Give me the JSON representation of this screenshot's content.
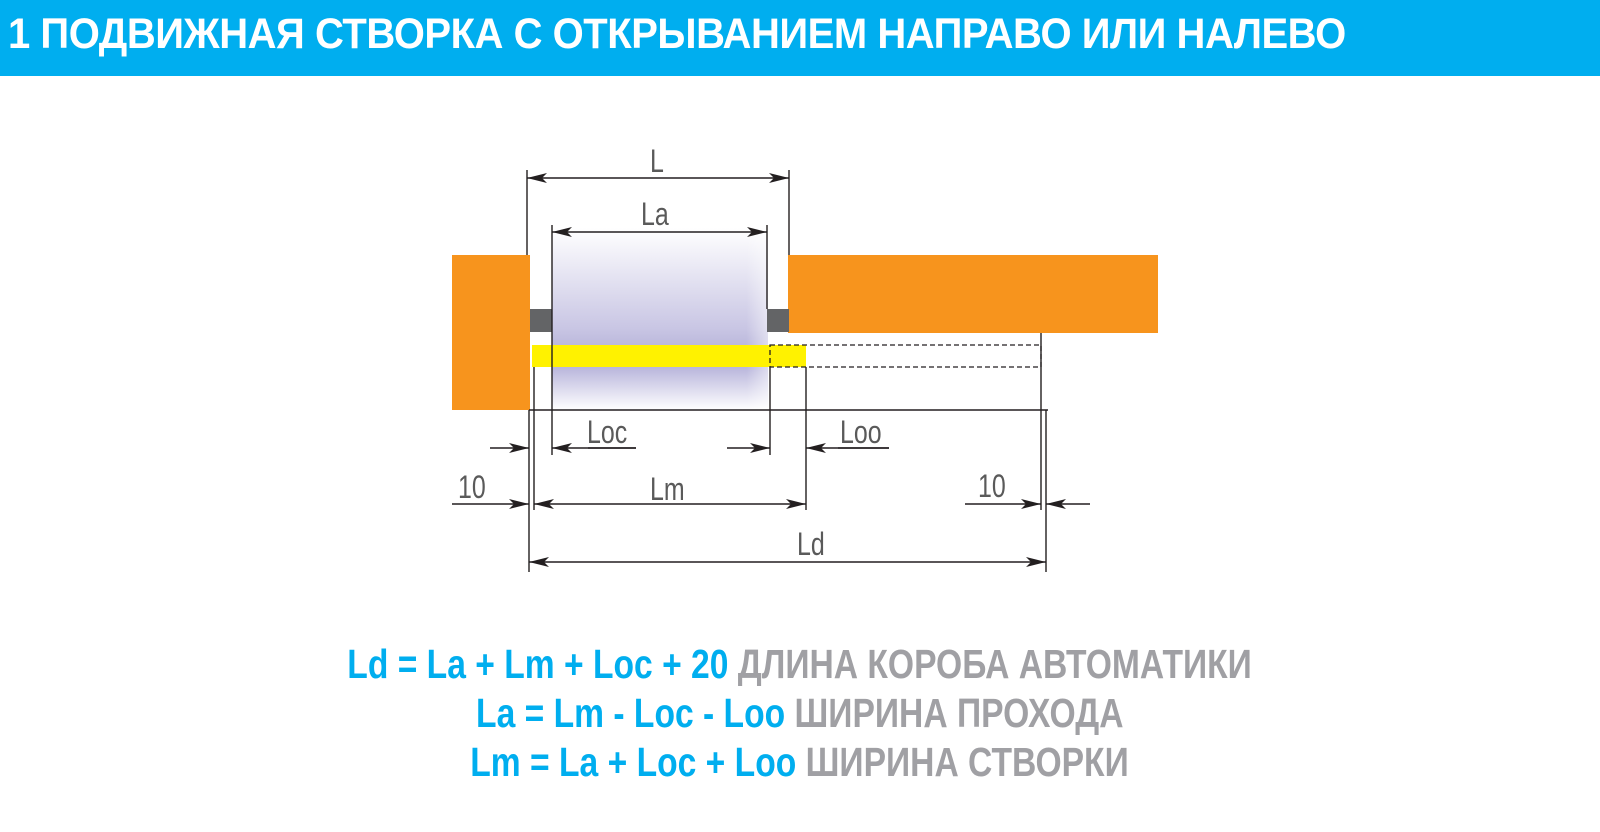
{
  "header": {
    "title": "1 ПОДВИЖНАЯ СТВОРКА С ОТКРЫВАНИЕМ НАПРАВО ИЛИ НАЛЕВО"
  },
  "colors": {
    "accent_blue": "#00aeef",
    "wall_orange": "#f7941d",
    "door_leaf_yellow": "#fff200",
    "jamb_gray": "#636466",
    "passage_lavender": "#b1aed6",
    "dimension_line": "#231f20",
    "label_gray": "#a0a0a4"
  },
  "diagram": {
    "labels": {
      "L": "L",
      "La": "La",
      "Loc": "Loc",
      "Loo": "Loo",
      "Lm": "Lm",
      "Ld": "Ld",
      "offset_left": "10",
      "offset_right": "10"
    }
  },
  "formulas": [
    {
      "expression": "Ld = La + Lm + Loc + 20",
      "description": "ДЛИНА КОРОБА АВТОМАТИКИ"
    },
    {
      "expression": "La = Lm - Loc - Loo",
      "description": "ШИРИНА ПРОХОДА"
    },
    {
      "expression": "Lm = La + Loc + Loo",
      "description": "ШИРИНА СТВОРКИ"
    }
  ]
}
